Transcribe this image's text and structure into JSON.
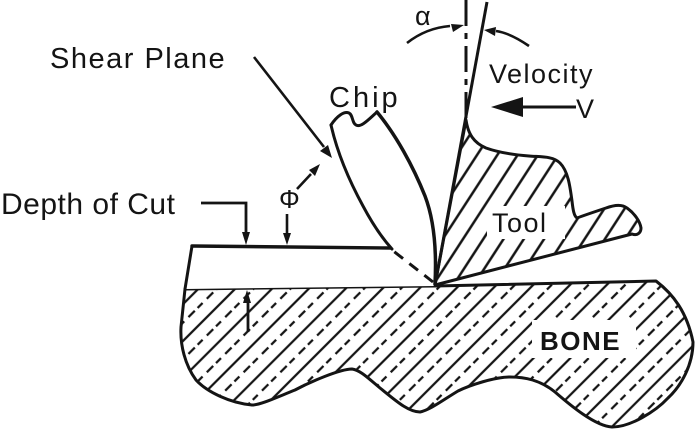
{
  "diagram": {
    "type": "orthogonal-bone-cutting-schematic",
    "labels": {
      "shear_plane": "Shear Plane",
      "chip": "Chip",
      "alpha": "α",
      "velocity": "Velocity",
      "velocity_symbol": "V",
      "phi": "Φ",
      "depth_of_cut": "Depth of Cut",
      "tool": "Tool",
      "workpiece": "BONE"
    },
    "angles": {
      "alpha_meaning": "rake angle between tool face and vertical reference",
      "phi_meaning": "shear angle between shear plane and workpiece surface"
    },
    "colors": {
      "ink": "#141414",
      "background": "#ffffff"
    }
  }
}
